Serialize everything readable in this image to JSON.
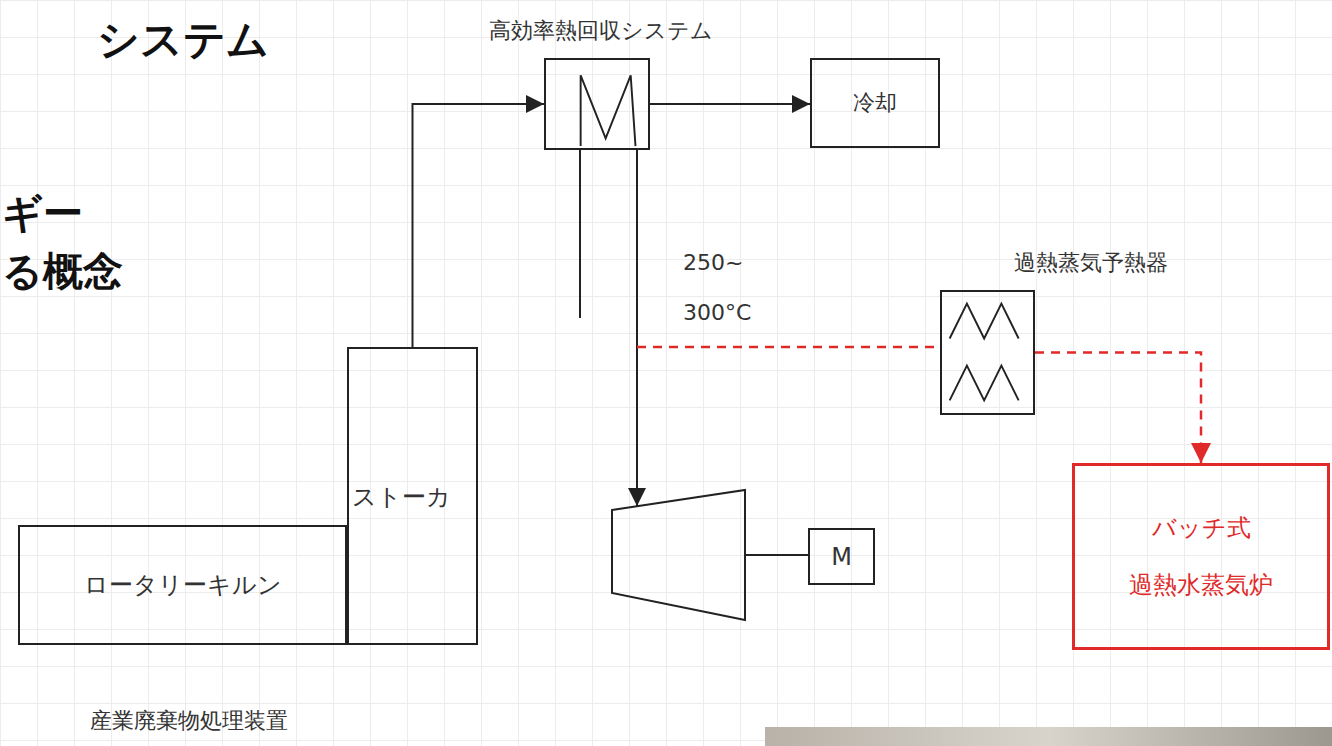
{
  "diagram": {
    "nodes": [
      {
        "text": [
          "高効率熱回収システム"
        ]
      },
      {
        "text": [
          "冷却"
        ]
      },
      {
        "text": [
          "過熱蒸気予熱器"
        ]
      },
      {
        "text": [
          "ストーカ"
        ]
      },
      {
        "text": [
          "M"
        ]
      },
      {
        "text": [
          "バッチ式 過熱水蒸気炉"
        ]
      },
      {
        "text": [
          "ロータリーキルン"
        ]
      }
    ],
    "edges": [
      {
        "from": 3,
        "to": 0,
        "arrow": "to"
      },
      {
        "from": 0,
        "to": 1,
        "arrow": "to"
      },
      {
        "from": 2,
        "to": 5,
        "arrow": "to"
      }
    ],
    "labels": [
      "システム",
      "ギー",
      "る概念",
      "250~",
      "300°C",
      "産業廃棄物処理装置"
    ]
  }
}
